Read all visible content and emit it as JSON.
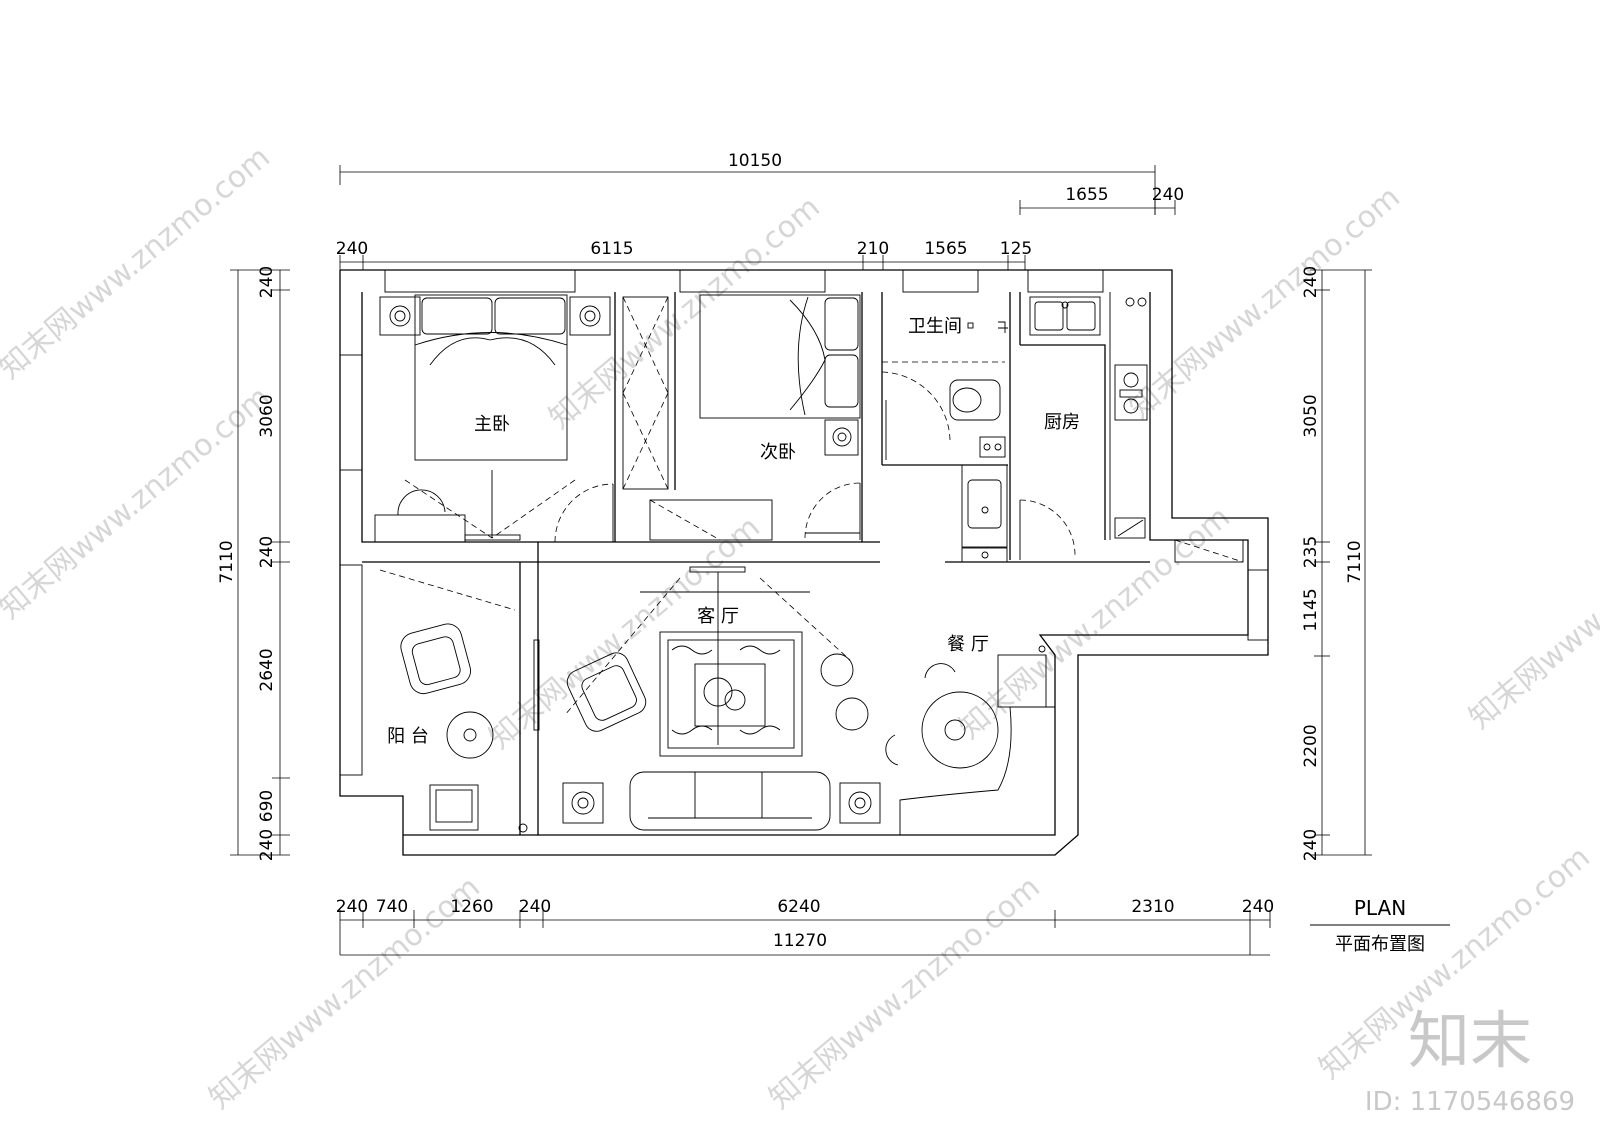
{
  "drawing": {
    "title_en": "PLAN",
    "title_cn": "平面布置图"
  },
  "rooms": {
    "master_bedroom": "主卧",
    "second_bedroom": "次卧",
    "bathroom": "卫生间",
    "kitchen": "厨房",
    "living_room": "客 厅",
    "dining_room": "餐 厅",
    "balcony": "阳 台"
  },
  "dimensions": {
    "top_overall": "10150",
    "top_right_a": "1655",
    "top_right_b": "240",
    "top_row": [
      "240",
      "6115",
      "210",
      "1565",
      "125"
    ],
    "bottom_row": [
      "240",
      "740",
      "1260",
      "240",
      "6240",
      "2310",
      "240"
    ],
    "bottom_overall": "11270",
    "left_total": "7110",
    "left_row": [
      "240",
      "3060",
      "240",
      "2640",
      "690",
      "240"
    ],
    "right_total": "7110",
    "right_row": [
      "240",
      "3050",
      "235",
      "1145",
      "2200",
      "240"
    ]
  },
  "watermark": {
    "text": "知末网www.znzmo.com",
    "logo": "知末",
    "id": "ID: 1170546869"
  }
}
